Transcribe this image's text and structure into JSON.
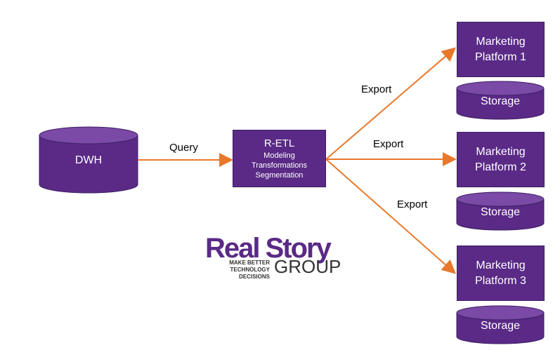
{
  "nodes": {
    "dwh": "DWH",
    "retl_title": "R-ETL",
    "retl_lines": [
      "Modeling",
      "Transformations",
      "Segmentation"
    ],
    "platforms": [
      "Marketing\nPlatform 1",
      "Marketing\nPlatform 2",
      "Marketing\nPlatform 3"
    ],
    "storage": "Storage"
  },
  "edges": {
    "query": "Query",
    "export": "Export"
  },
  "logo": {
    "name": "Real Story",
    "tagline_1": "MAKE BETTER",
    "tagline_2": "TECHNOLOGY DECISIONS",
    "group": "GROUP"
  },
  "colors": {
    "node_fill": "#5a2a86",
    "node_stroke": "#3d1f63",
    "arrow": "#e8782a"
  }
}
